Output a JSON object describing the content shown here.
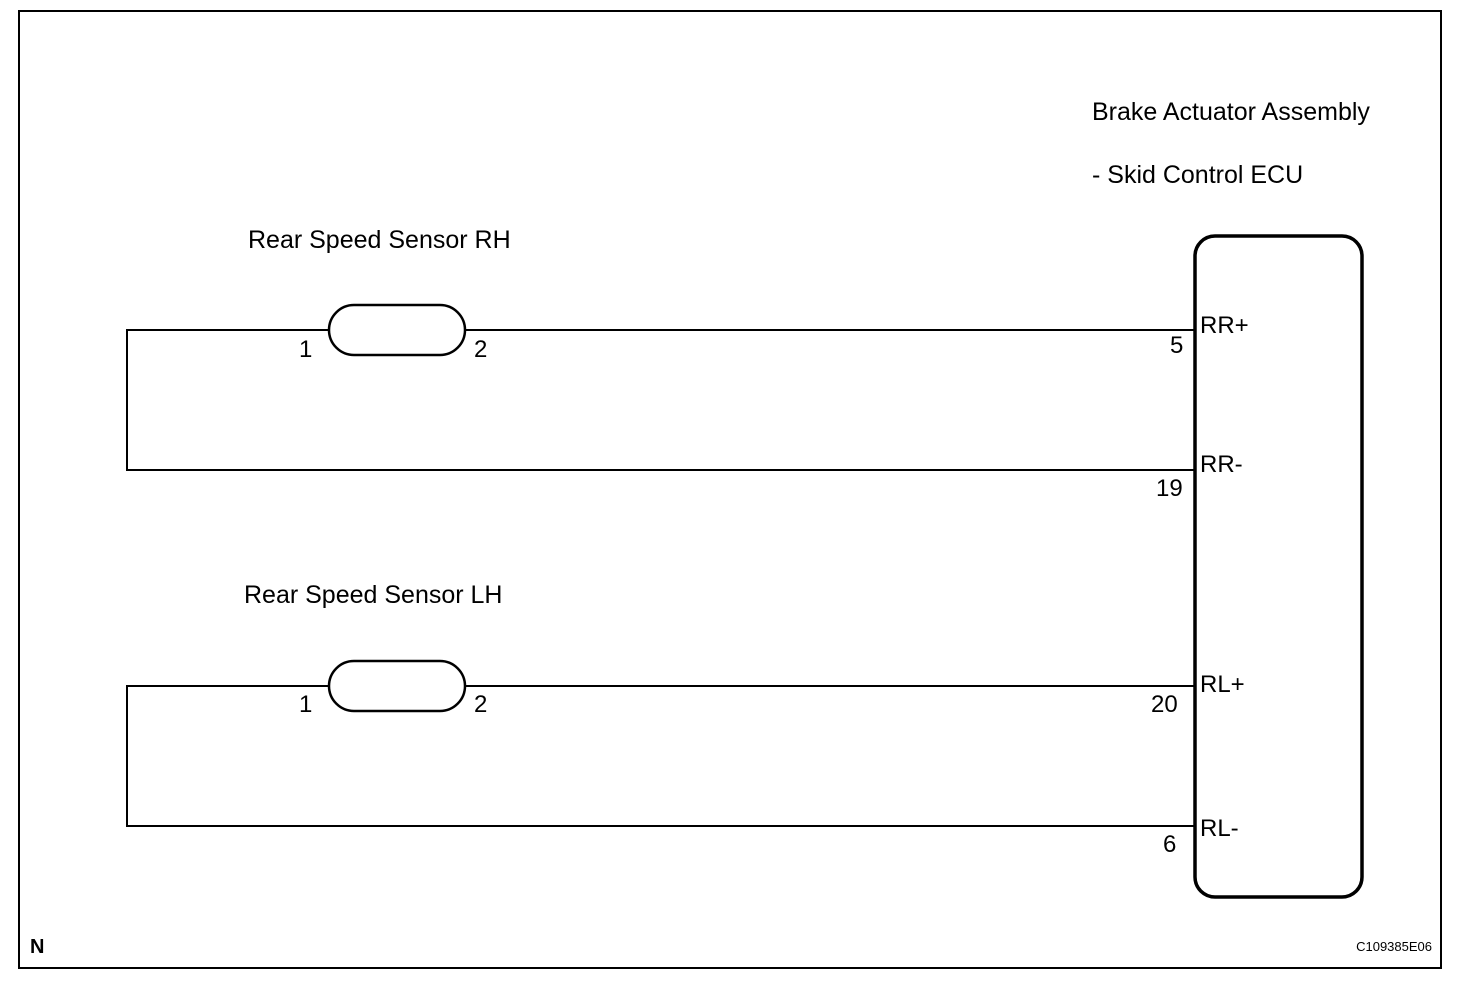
{
  "ecu": {
    "title_line1": "Brake Actuator Assembly",
    "title_line2": "- Skid Control ECU",
    "signals": {
      "rr_plus": "RR+",
      "rr_minus": "RR-",
      "rl_plus": "RL+",
      "rl_minus": "RL-"
    },
    "pins": {
      "rr_plus": "5",
      "rr_minus": "19",
      "rl_plus": "20",
      "rl_minus": "6"
    }
  },
  "sensor_rh": {
    "label": "Rear Speed Sensor RH",
    "pin_left": "1",
    "pin_right": "2"
  },
  "sensor_lh": {
    "label": "Rear Speed Sensor LH",
    "pin_left": "1",
    "pin_right": "2"
  },
  "footer": {
    "corner_mark": "N",
    "figure_code": "C109385E06"
  }
}
